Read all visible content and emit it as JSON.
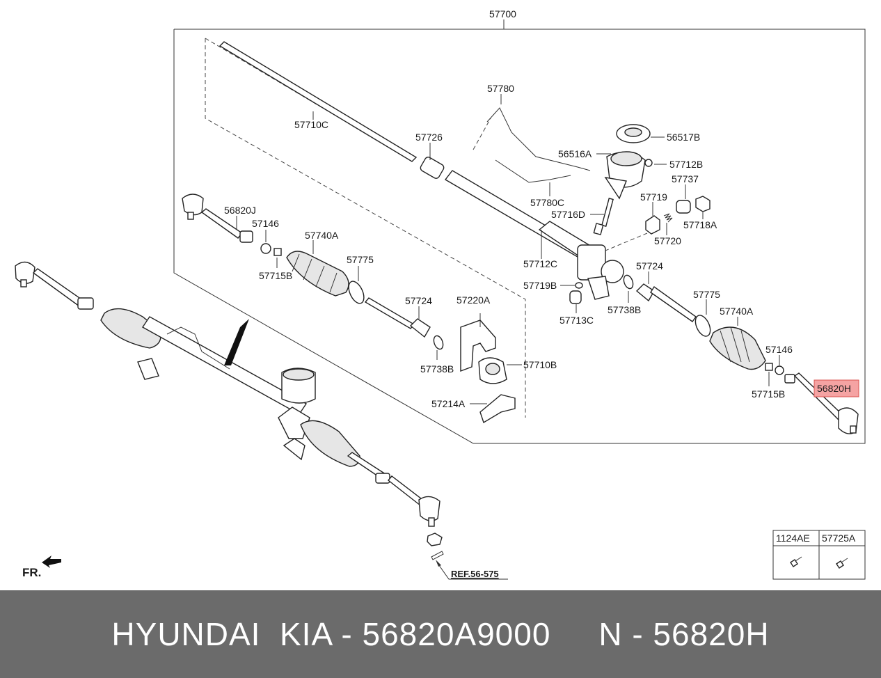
{
  "diagram": {
    "assembly_label": "57700",
    "labels": {
      "p57710C": "57710C",
      "p57726": "57726",
      "p57780": "57780",
      "p56517B": "56517B",
      "p56516A": "56516A",
      "p57712B": "57712B",
      "p57737": "57737",
      "p57780C": "57780C",
      "p57716D": "57716D",
      "p57719": "57719",
      "p57718A": "57718A",
      "p56820J": "56820J",
      "p57146_left": "57146",
      "p57740A_left": "57740A",
      "p57720": "57720",
      "p57712C": "57712C",
      "p57715B_left": "57715B",
      "p57775_left": "57775",
      "p57724_right": "57724",
      "p57719B": "57719B",
      "p57738B_right": "57738B",
      "p57775_right": "57775",
      "p57724_left": "57724",
      "p57220A": "57220A",
      "p57713C": "57713C",
      "p57740A_right": "57740A",
      "p57146_right": "57146",
      "p57738B_left": "57738B",
      "p57710B": "57710B",
      "p56820H": "56820H",
      "p57715B_right": "57715B",
      "p57214A": "57214A"
    },
    "reference": "REF.56-575",
    "front_marker": "FR.",
    "highlight_color": "#f28b8b",
    "table": {
      "headers": [
        "1124AE",
        "57725A"
      ]
    }
  },
  "footer": {
    "text": "HYUNDAI  KIA - 56820A9000     N - 56820H"
  }
}
